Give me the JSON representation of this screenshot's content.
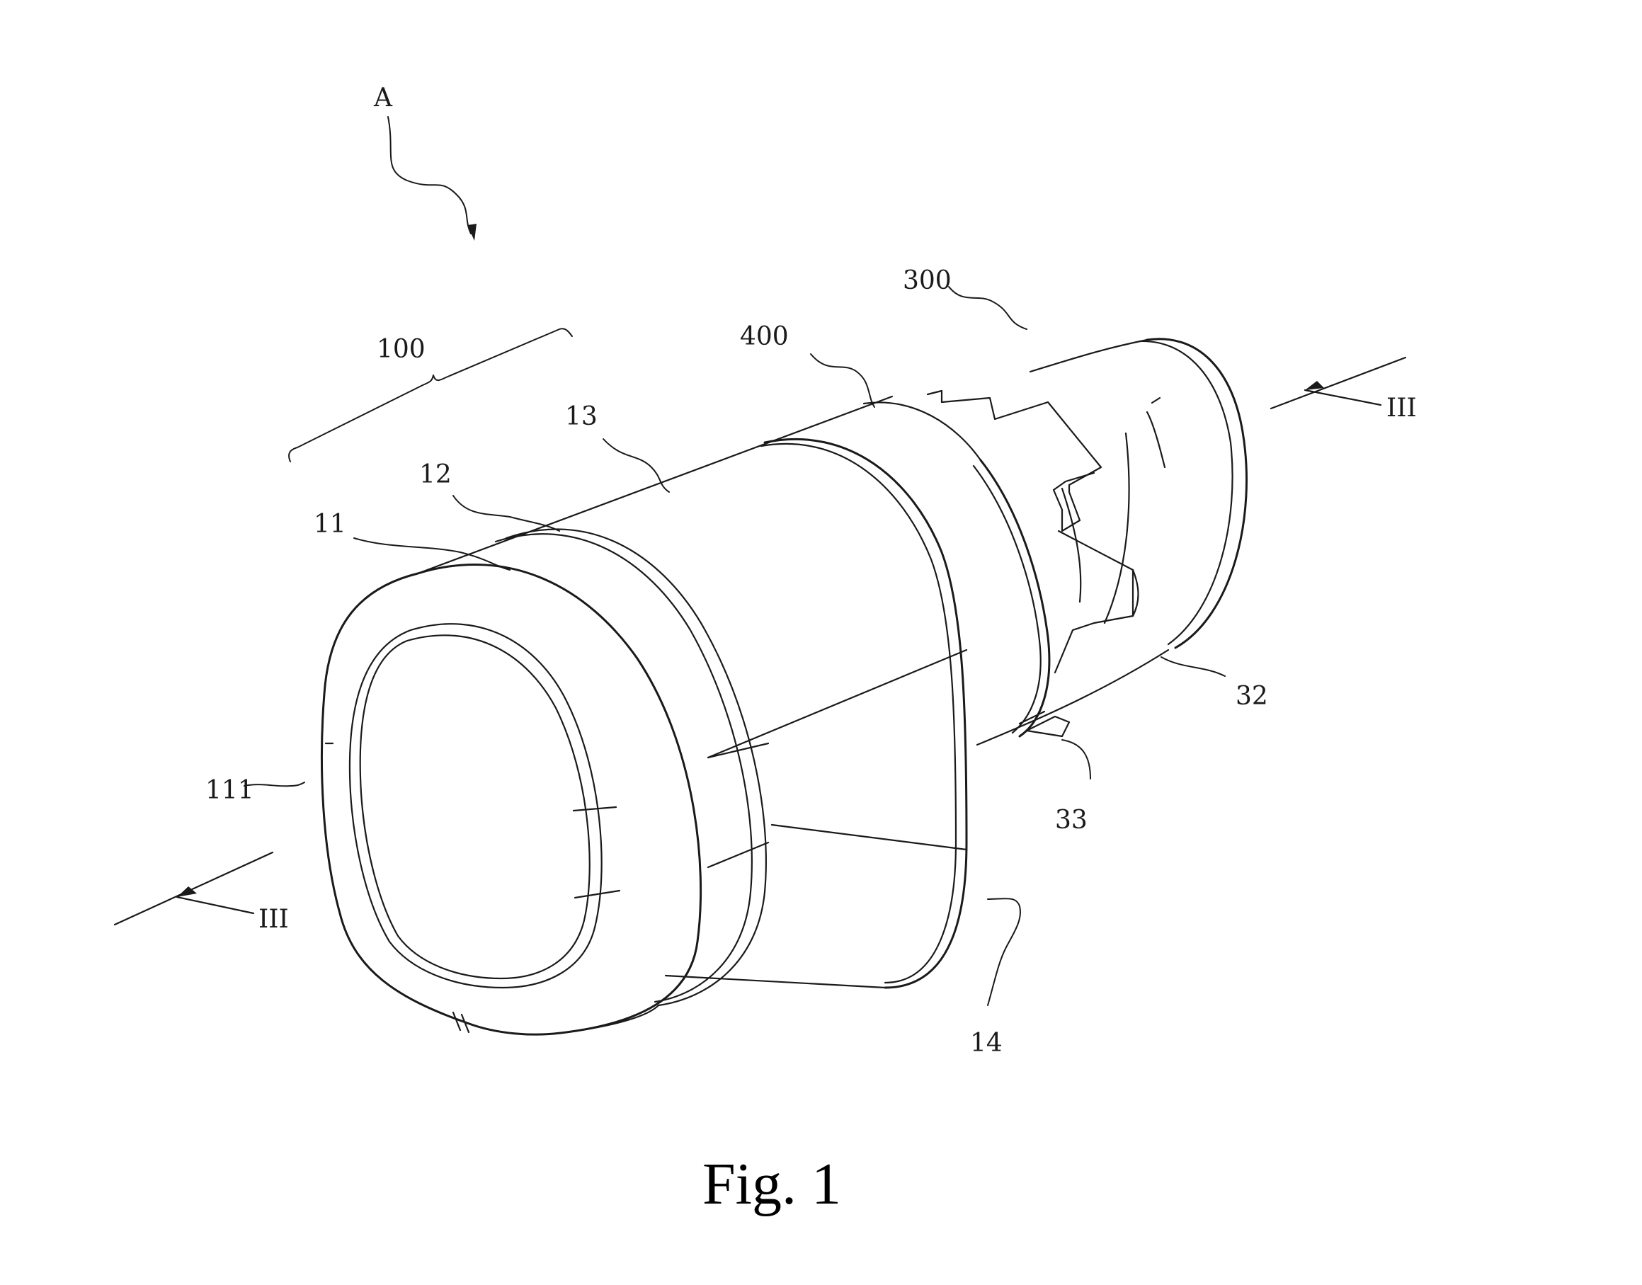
{
  "figure": {
    "caption": "Fig. 1",
    "labels": {
      "assembly": "A",
      "part_100": "100",
      "part_400": "400",
      "part_300": "300",
      "part_13": "13",
      "part_12": "12",
      "part_11": "11",
      "part_111": "111",
      "part_32": "32",
      "part_33": "33",
      "part_14": "14",
      "section_left": "III",
      "section_right": "III"
    }
  }
}
